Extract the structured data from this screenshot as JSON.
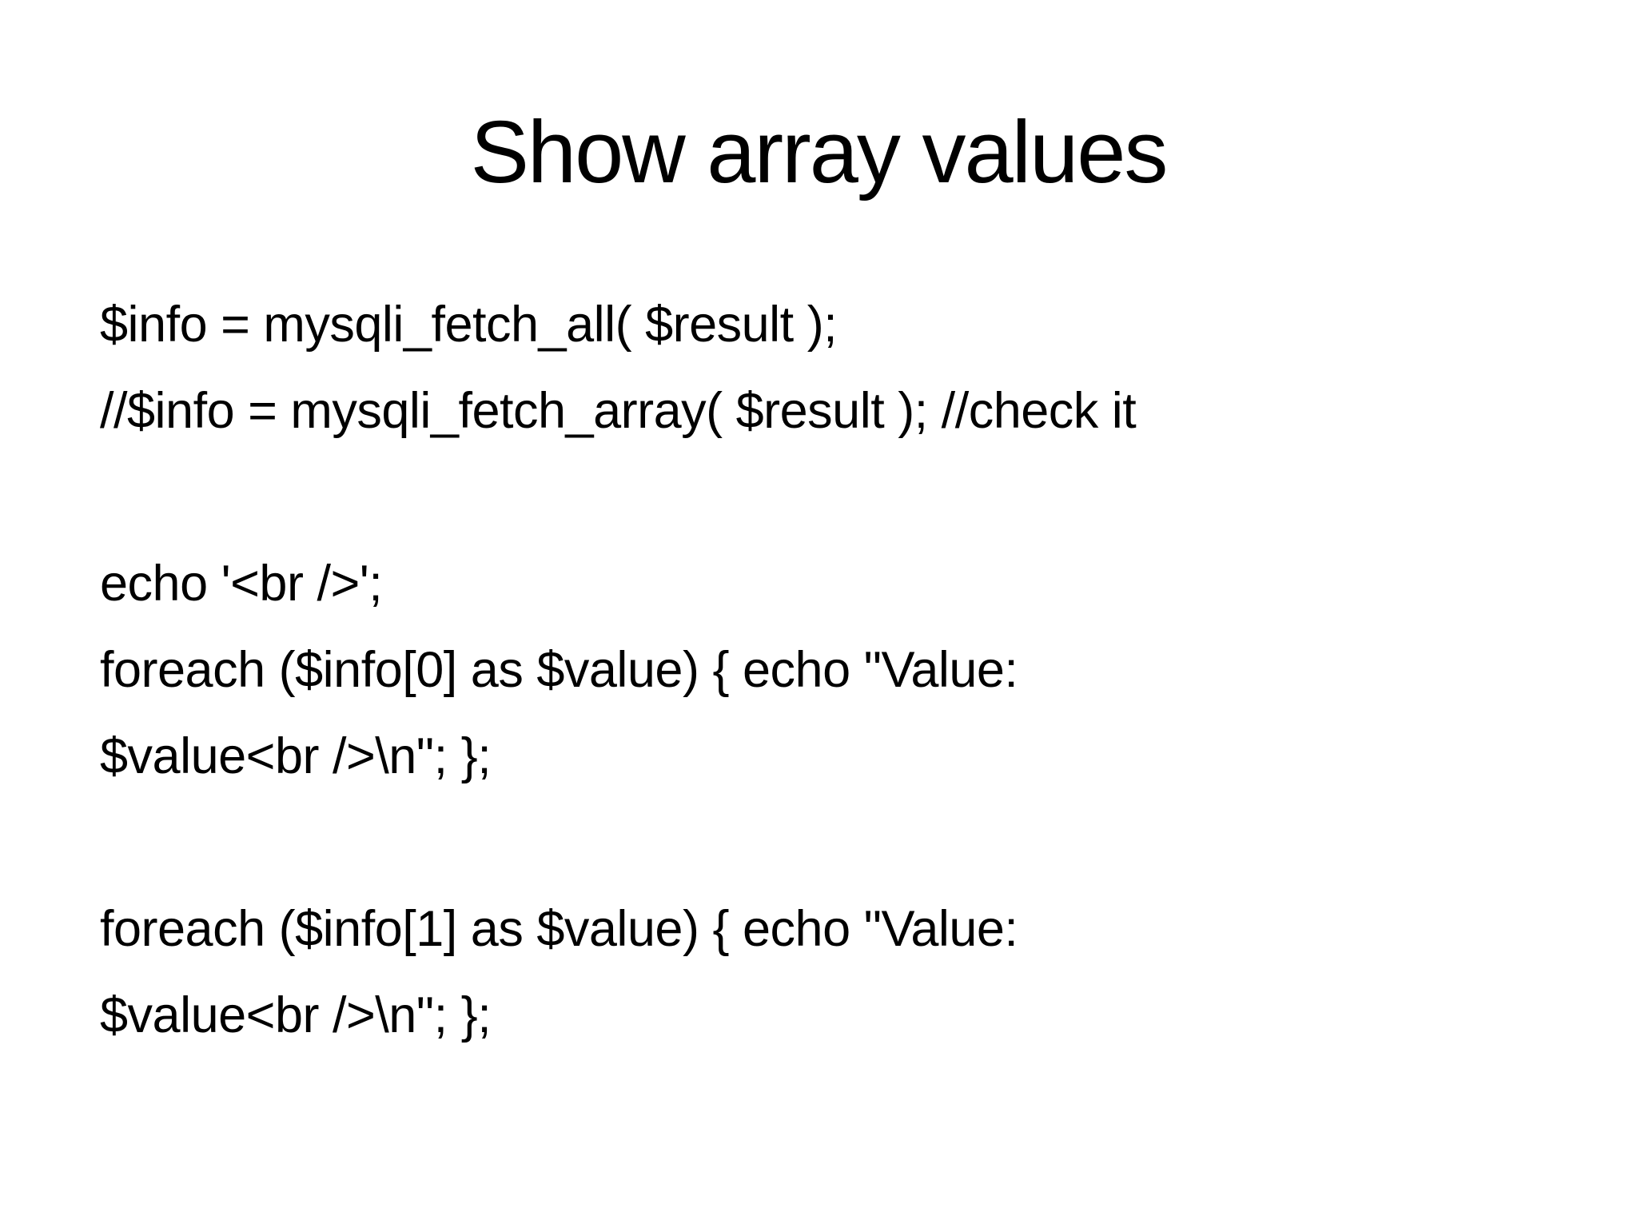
{
  "slide": {
    "title": "Show array values",
    "code_lines": [
      "$info = mysqli_fetch_all( $result );",
      "//$info = mysqli_fetch_array( $result ); //check it",
      "",
      "echo '<br />';",
      "foreach ($info[0] as $value) { echo \"Value:",
      "$value<br />\\n\"; };",
      "",
      "foreach ($info[1] as $value) { echo \"Value:",
      "$value<br />\\n\"; };"
    ],
    "colors": {
      "background": "#ffffff",
      "text": "#000000"
    }
  }
}
